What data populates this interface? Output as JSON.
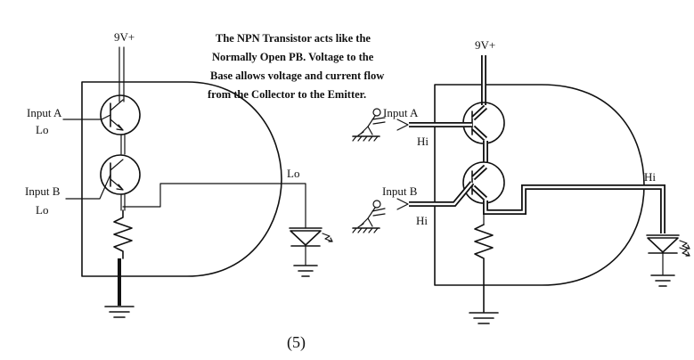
{
  "description_note": {
    "line1": "The NPN Transistor acts like the",
    "line2": "Normally Open PB. Voltage to the",
    "line3": "Base allows voltage and current flow",
    "line4": "from the Collector to the Emitter."
  },
  "left_circuit": {
    "supply": "9V+",
    "input_a": "Input A",
    "input_a_state": "Lo",
    "input_b": "Input B",
    "input_b_state": "Lo",
    "output_state": "Lo"
  },
  "right_circuit": {
    "supply": "9V+",
    "input_a": "Input A",
    "input_a_state": "Hi",
    "input_b": "Input B",
    "input_b_state": "Hi",
    "output_state": "Hi"
  },
  "figure_number": "(5)"
}
